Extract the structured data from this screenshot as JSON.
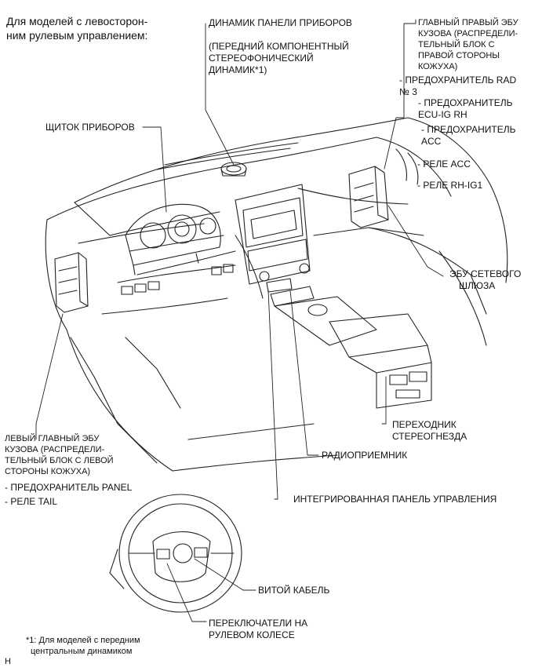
{
  "intro": [
    "Для моделей с левосторон-",
    "ним рулевым управлением:"
  ],
  "dash_speaker": {
    "title": "ДИНАМИК ПАНЕЛИ ПРИБОРОВ",
    "note": [
      "(ПЕРЕДНИЙ КОМПОНЕНТНЫЙ",
      "СТЕРЕОФОНИЧЕСКИЙ",
      "ДИНАМИК*1)"
    ]
  },
  "right_ecu": {
    "title": [
      "ГЛАВНЫЙ ПРАВЫЙ ЭБУ",
      "КУЗОВА (РАСПРЕДЕЛИ-",
      "ТЕЛЬНЫЙ БЛОК С",
      "ПРАВОЙ СТОРОНЫ",
      "КОЖУХА)"
    ],
    "items": [
      [
        "- ПРЕДОХРАНИТЕЛЬ RAD",
        "№ 3"
      ],
      [
        "- ПРЕДОХРАНИТЕЛЬ",
        "ECU-IG RH"
      ],
      [
        "- ПРЕДОХРАНИТЕЛЬ",
        "ACC"
      ],
      [
        "- РЕЛЕ ACC"
      ],
      [
        "- РЕЛЕ RH-IG1"
      ]
    ]
  },
  "cluster": "ЩИТОК ПРИБОРОВ",
  "gateway": [
    "ЭБУ СЕТЕВОГО",
    "ШЛЮЗА"
  ],
  "stereo_adapter": [
    "ПЕРЕХОДНИК",
    "СТЕРЕОГНЕЗДА"
  ],
  "radio": "РАДИОПРИЕМНИК",
  "control_panel": "ИНТЕГРИРОВАННАЯ ПАНЕЛЬ УПРАВЛЕНИЯ",
  "left_ecu": {
    "title": [
      "ЛЕВЫЙ ГЛАВНЫЙ ЭБУ",
      "КУЗОВА (РАСПРЕДЕЛИ-",
      "ТЕЛЬНЫЙ БЛОК С ЛЕВОЙ",
      "СТОРОНЫ КОЖУХА)"
    ],
    "items": [
      "- ПРЕДОХРАНИТЕЛЬ PANEL",
      "- РЕЛЕ TAIL"
    ]
  },
  "spiral_cable": "ВИТОЙ КАБЕЛЬ",
  "wheel_switches": [
    "ПЕРЕКЛЮЧАТЕЛИ НА",
    "РУЛЕВОМ КОЛЕСЕ"
  ],
  "footnote": [
    "*1: Для моделей с передним",
    "центральным динамиком"
  ],
  "corner_mark": "H"
}
